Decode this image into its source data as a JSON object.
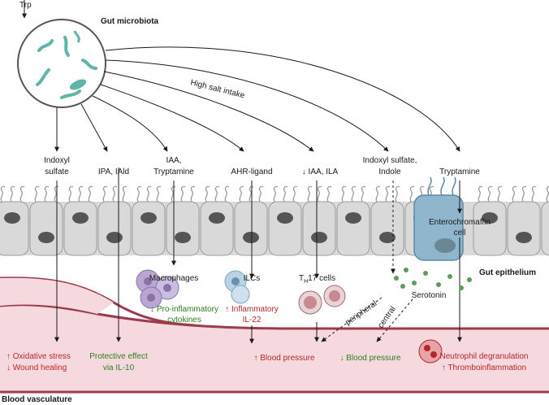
{
  "top": {
    "trp": "Trp",
    "gut_microbiota": "Gut microbiota",
    "high_salt": "High salt intake"
  },
  "metabolites": {
    "indoxyl": [
      "Indoxyl",
      "sulfate"
    ],
    "ipa": "IPA, IAld",
    "iaa_tryptamine": [
      "IAA,",
      "Tryptamine"
    ],
    "ahr": "AHR-ligand",
    "iaa_ila": "↓ IAA, ILA",
    "indoxyl_indole": [
      "Indoxyl sulfate,",
      "Indole"
    ],
    "tryptamine": "Tryptamine"
  },
  "epithelium": {
    "label": "Gut epithelium",
    "ec_cell": [
      "Enterochromaffin",
      "cell"
    ]
  },
  "cells": {
    "macrophages": "Macrophages",
    "ilcs": "ILCs",
    "th17_main": "T",
    "th17_sub": "H",
    "th17_rest": "17 cells",
    "serotonin": "Serotonin"
  },
  "effects": {
    "pro_inflammatory": [
      "↓ Pro-inflammatory",
      "cytokines"
    ],
    "inflammatory": [
      "↑ Inflammatory",
      "IL-22"
    ],
    "peripheral": "peripheral",
    "central": "central"
  },
  "outcomes": {
    "oxidative": "↑ Oxidative stress",
    "wound": "↓ Wound healing",
    "protective": [
      "Protective effect",
      "via IL-10"
    ],
    "bp_up": "↑ Blood pressure",
    "bp_down": "↓ Blood pressure",
    "neutrophil": "Neutrophil degranulation",
    "thrombo": "↑ Thromboinflammation"
  },
  "footer": {
    "blood_vasculature": "Blood vasculature"
  },
  "colors": {
    "vessel": "#f6d9df",
    "vessel_edge": "#9c3b4d",
    "epithelial_cell": "#d9d9d9",
    "nucleus": "#555555",
    "bacteria": "#5fb5a8",
    "macrophage": "#b9a6d1",
    "ilc": "#b9d3e6",
    "th17": "#c9898f",
    "serotonin": "#5a9e5a",
    "ec_cell": "#8fb6cc",
    "red_text": "#b3262b",
    "green_text": "#2e7d1e"
  }
}
